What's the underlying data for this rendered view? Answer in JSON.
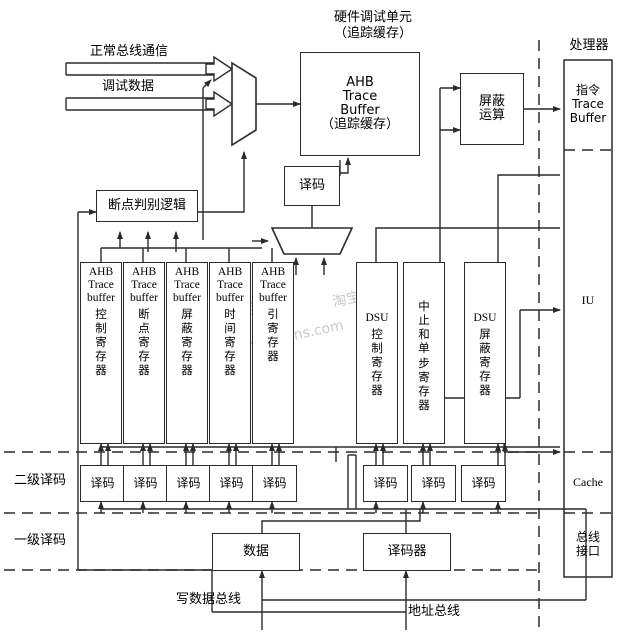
{
  "diagram": {
    "title_top": "硬件调试单元\n（追踪缓存）",
    "processor_title": "处理器"
  },
  "colors": {
    "stroke": "#2a2a2a",
    "fill": "#ffffff",
    "background": "#ffffff",
    "dashed": "#2a2a2a"
  },
  "bus_labels": {
    "normal_bus": "正常总线通信",
    "debug_data": "调试数据",
    "write_data_bus": "写数据总线",
    "address_bus": "地址总线"
  },
  "stage_labels": {
    "second_level": "二级译码",
    "first_level": "一级译码"
  },
  "blocks": {
    "ahb_trace_buffer": "AHB\nTrace\nBuffer\n（追踪缓存）",
    "mask_operation": "屏蔽\n运算",
    "decode_mid": "译码",
    "breakpoint_logic": "断点判别逻辑",
    "data_box": "数据",
    "decoder_box": "译码器"
  },
  "registers": [
    {
      "latin": "AHB\nTrace\nbuffer",
      "cjk": "控制寄存器"
    },
    {
      "latin": "AHB\nTrace\nbuffer",
      "cjk": "断点寄存器"
    },
    {
      "latin": "AHB\nTrace\nbuffer",
      "cjk": "屏蔽寄存器"
    },
    {
      "latin": "AHB\nTrace\nbuffer",
      "cjk": "时间寄存器"
    },
    {
      "latin": "AHB\nTrace\nbuffer",
      "cjk": "引寄存器"
    },
    {
      "latin": "DSU",
      "cjk": "控制寄存器"
    },
    {
      "latin": "",
      "cjk": "中止和单步寄存器"
    },
    {
      "latin": "DSU",
      "cjk": "屏蔽寄存器"
    }
  ],
  "decode_cells": [
    "译码",
    "译码",
    "译码",
    "译码",
    "译码",
    "译码",
    "译码",
    "译码"
  ],
  "processor_segments": [
    {
      "label": "指令\nTrace\nBuffer"
    },
    {
      "label": "IU"
    },
    {
      "label": "Cache"
    },
    {
      "label": "总线\n接口"
    }
  ],
  "watermarks": [
    "淘宝处处",
    "www.eedans.com"
  ]
}
